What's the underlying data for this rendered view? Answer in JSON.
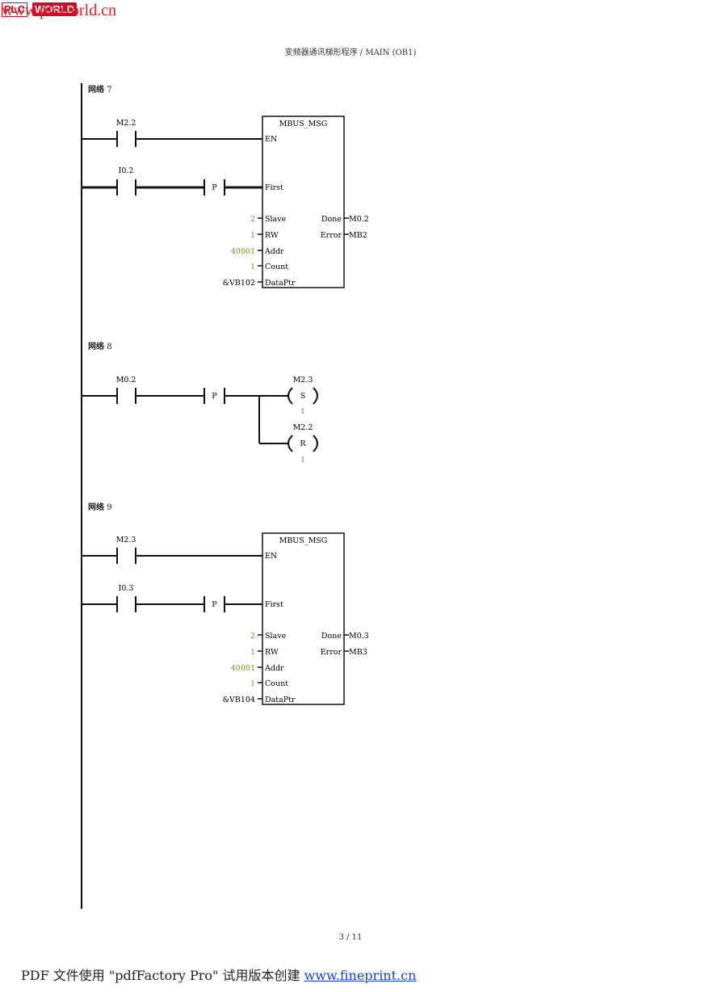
{
  "watermark": {
    "url": "www.plcworld.cn",
    "logo_left": "PLC",
    "logo_right": "WORLD"
  },
  "header": {
    "title": "变频器通讯梯形程序 / MAIN (OB1)"
  },
  "networks": [
    {
      "label": "网络",
      "number": "7",
      "contacts": [
        {
          "label": "M2.2"
        },
        {
          "label": "I0.2"
        }
      ],
      "edge": "P",
      "block": {
        "name": "MBUS_MSG",
        "pins_in": [
          "EN",
          "First",
          "Slave",
          "RW",
          "Addr",
          "Count",
          "DataPtr"
        ],
        "pins_out": [
          "Done",
          "Error"
        ],
        "values_in": [
          "2",
          "1",
          "40001",
          "1",
          "&VB102"
        ],
        "values_out": [
          "M0.2",
          "MB2"
        ]
      }
    },
    {
      "label": "网络",
      "number": "8",
      "contacts": [
        {
          "label": "M0.2"
        }
      ],
      "edge": "P",
      "coils": [
        {
          "label": "M2.3",
          "op": "S",
          "count": "1"
        },
        {
          "label": "M2.2",
          "op": "R",
          "count": "1"
        }
      ]
    },
    {
      "label": "网络",
      "number": "9",
      "contacts": [
        {
          "label": "M2.3"
        },
        {
          "label": "I0.3"
        }
      ],
      "edge": "P",
      "block": {
        "name": "MBUS_MSG",
        "pins_in": [
          "EN",
          "First",
          "Slave",
          "RW",
          "Addr",
          "Count",
          "DataPtr"
        ],
        "pins_out": [
          "Done",
          "Error"
        ],
        "values_in": [
          "2",
          "1",
          "40001",
          "1",
          "&VB104"
        ],
        "values_out": [
          "M0.3",
          "MB3"
        ]
      }
    }
  ],
  "colors": {
    "constant": "#8c8420",
    "line": "#111111"
  },
  "page": {
    "number": "3 / 11"
  },
  "footer": {
    "text": "PDF 文件使用 \"pdfFactory Pro\" 试用版本创建 ",
    "link": "www.fineprint.cn"
  }
}
